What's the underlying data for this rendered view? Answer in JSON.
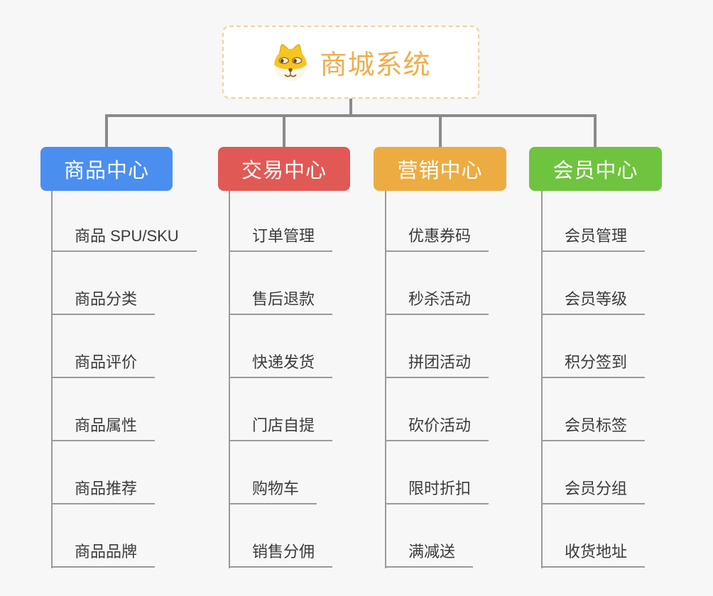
{
  "root": {
    "label": "商城系统",
    "icon": "dog-face-icon",
    "accent_color": "#f0ad4e"
  },
  "branches": [
    {
      "label": "商品中心",
      "color": "#4a8ef0",
      "children": [
        "商品 SPU/SKU",
        "商品分类",
        "商品评价",
        "商品属性",
        "商品推荐",
        "商品品牌"
      ]
    },
    {
      "label": "交易中心",
      "color": "#e15955",
      "children": [
        "订单管理",
        "售后退款",
        "快递发货",
        "门店自提",
        "购物车",
        "销售分佣"
      ]
    },
    {
      "label": "营销中心",
      "color": "#edac41",
      "children": [
        "优惠券码",
        "秒杀活动",
        "拼团活动",
        "砍价活动",
        "限时折扣",
        "满减送"
      ]
    },
    {
      "label": "会员中心",
      "color": "#6fc43f",
      "children": [
        "会员管理",
        "会员等级",
        "积分签到",
        "会员标签",
        "会员分组",
        "收货地址"
      ]
    }
  ],
  "colors": {
    "background": "#f7f7f7",
    "connector_line": "#8a8a8a",
    "leaf_line": "#9a9a9a",
    "leaf_text": "#3b3b3b",
    "root_border": "#f1d39b"
  }
}
